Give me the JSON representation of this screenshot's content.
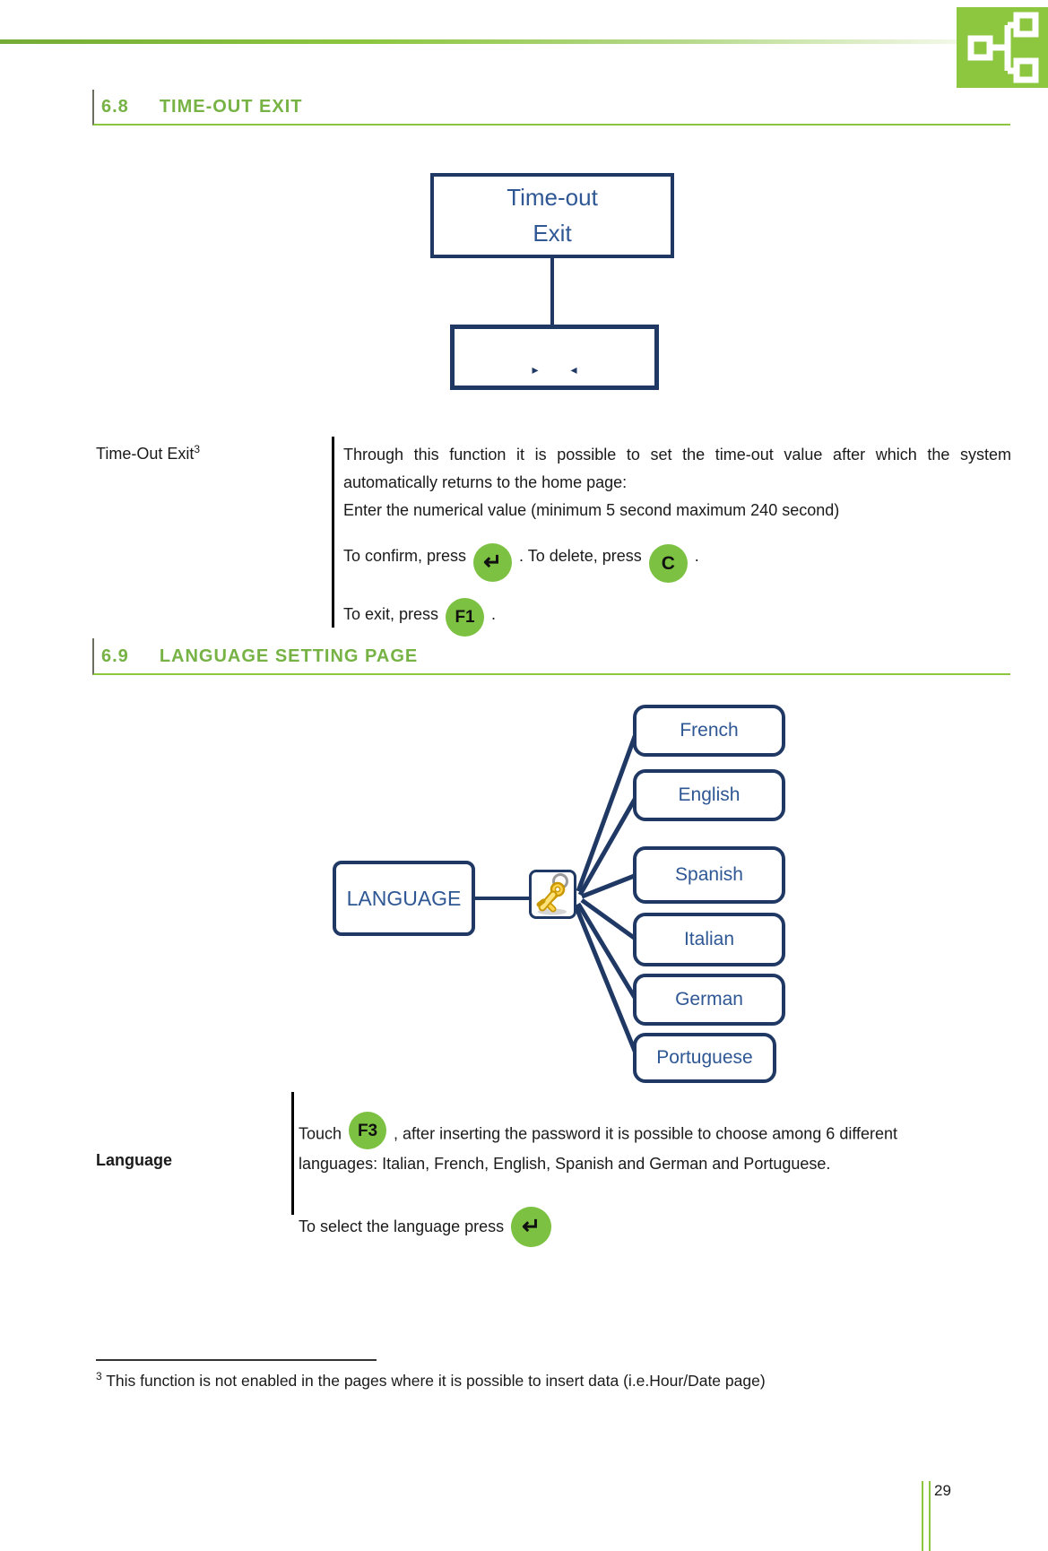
{
  "sections": {
    "s68": {
      "number": "6.8",
      "title": "TIME-OUT EXIT"
    },
    "s69": {
      "number": "6.9",
      "title": "LANGUAGE SETTING PAGE"
    }
  },
  "timeout_diagram": {
    "top_box": {
      "line1": "Time-out",
      "line2": "Exit"
    },
    "value_box": {
      "left_arrow": "▸",
      "right_arrow": "◂"
    }
  },
  "timeout_section": {
    "label": "Time-Out Exit",
    "label_footnote_ref": "3",
    "lines": [
      "Through this function it is possible to set the time-out  value after which the system",
      "automatically returns to the home page:",
      "Enter the numerical value (minimum 5 second maximum 240 second)"
    ],
    "confirm_prefix": "To confirm, press",
    "enter_key": "↵",
    "confirm_middle": ". To delete, press",
    "delete_key": "C",
    "confirm_end": ".",
    "exit_prefix": "To exit, press",
    "exit_key": "F1",
    "exit_end": "."
  },
  "language_diagram": {
    "root": "LANGUAGE",
    "languages": [
      "French",
      "English",
      "Spanish",
      "Italian",
      "German",
      "Portuguese"
    ]
  },
  "language_section": {
    "label": "Language",
    "touch_prefix": "Touch",
    "f3_key": "F3",
    "touch_suffix": ", after inserting the password it is possible to choose among 6 different",
    "line2": "languages: Italian, French, English, Spanish and German and Portuguese.",
    "select_prefix": "To select the language press",
    "enter_key": "↵"
  },
  "footnote": {
    "ref": "3",
    "text": "This function is not enabled in the pages where it is possible to insert data (i.e.Hour/Date page)"
  },
  "footer": {
    "page_number": "29"
  },
  "colors": {
    "heading_green": "#76B244",
    "underline_green": "#8CC63F",
    "logo_green": "#8DC63F",
    "key_button_green": "#7CC142",
    "diagram_border_navy": "#1F3864",
    "diagram_text_blue": "#2E5794"
  }
}
